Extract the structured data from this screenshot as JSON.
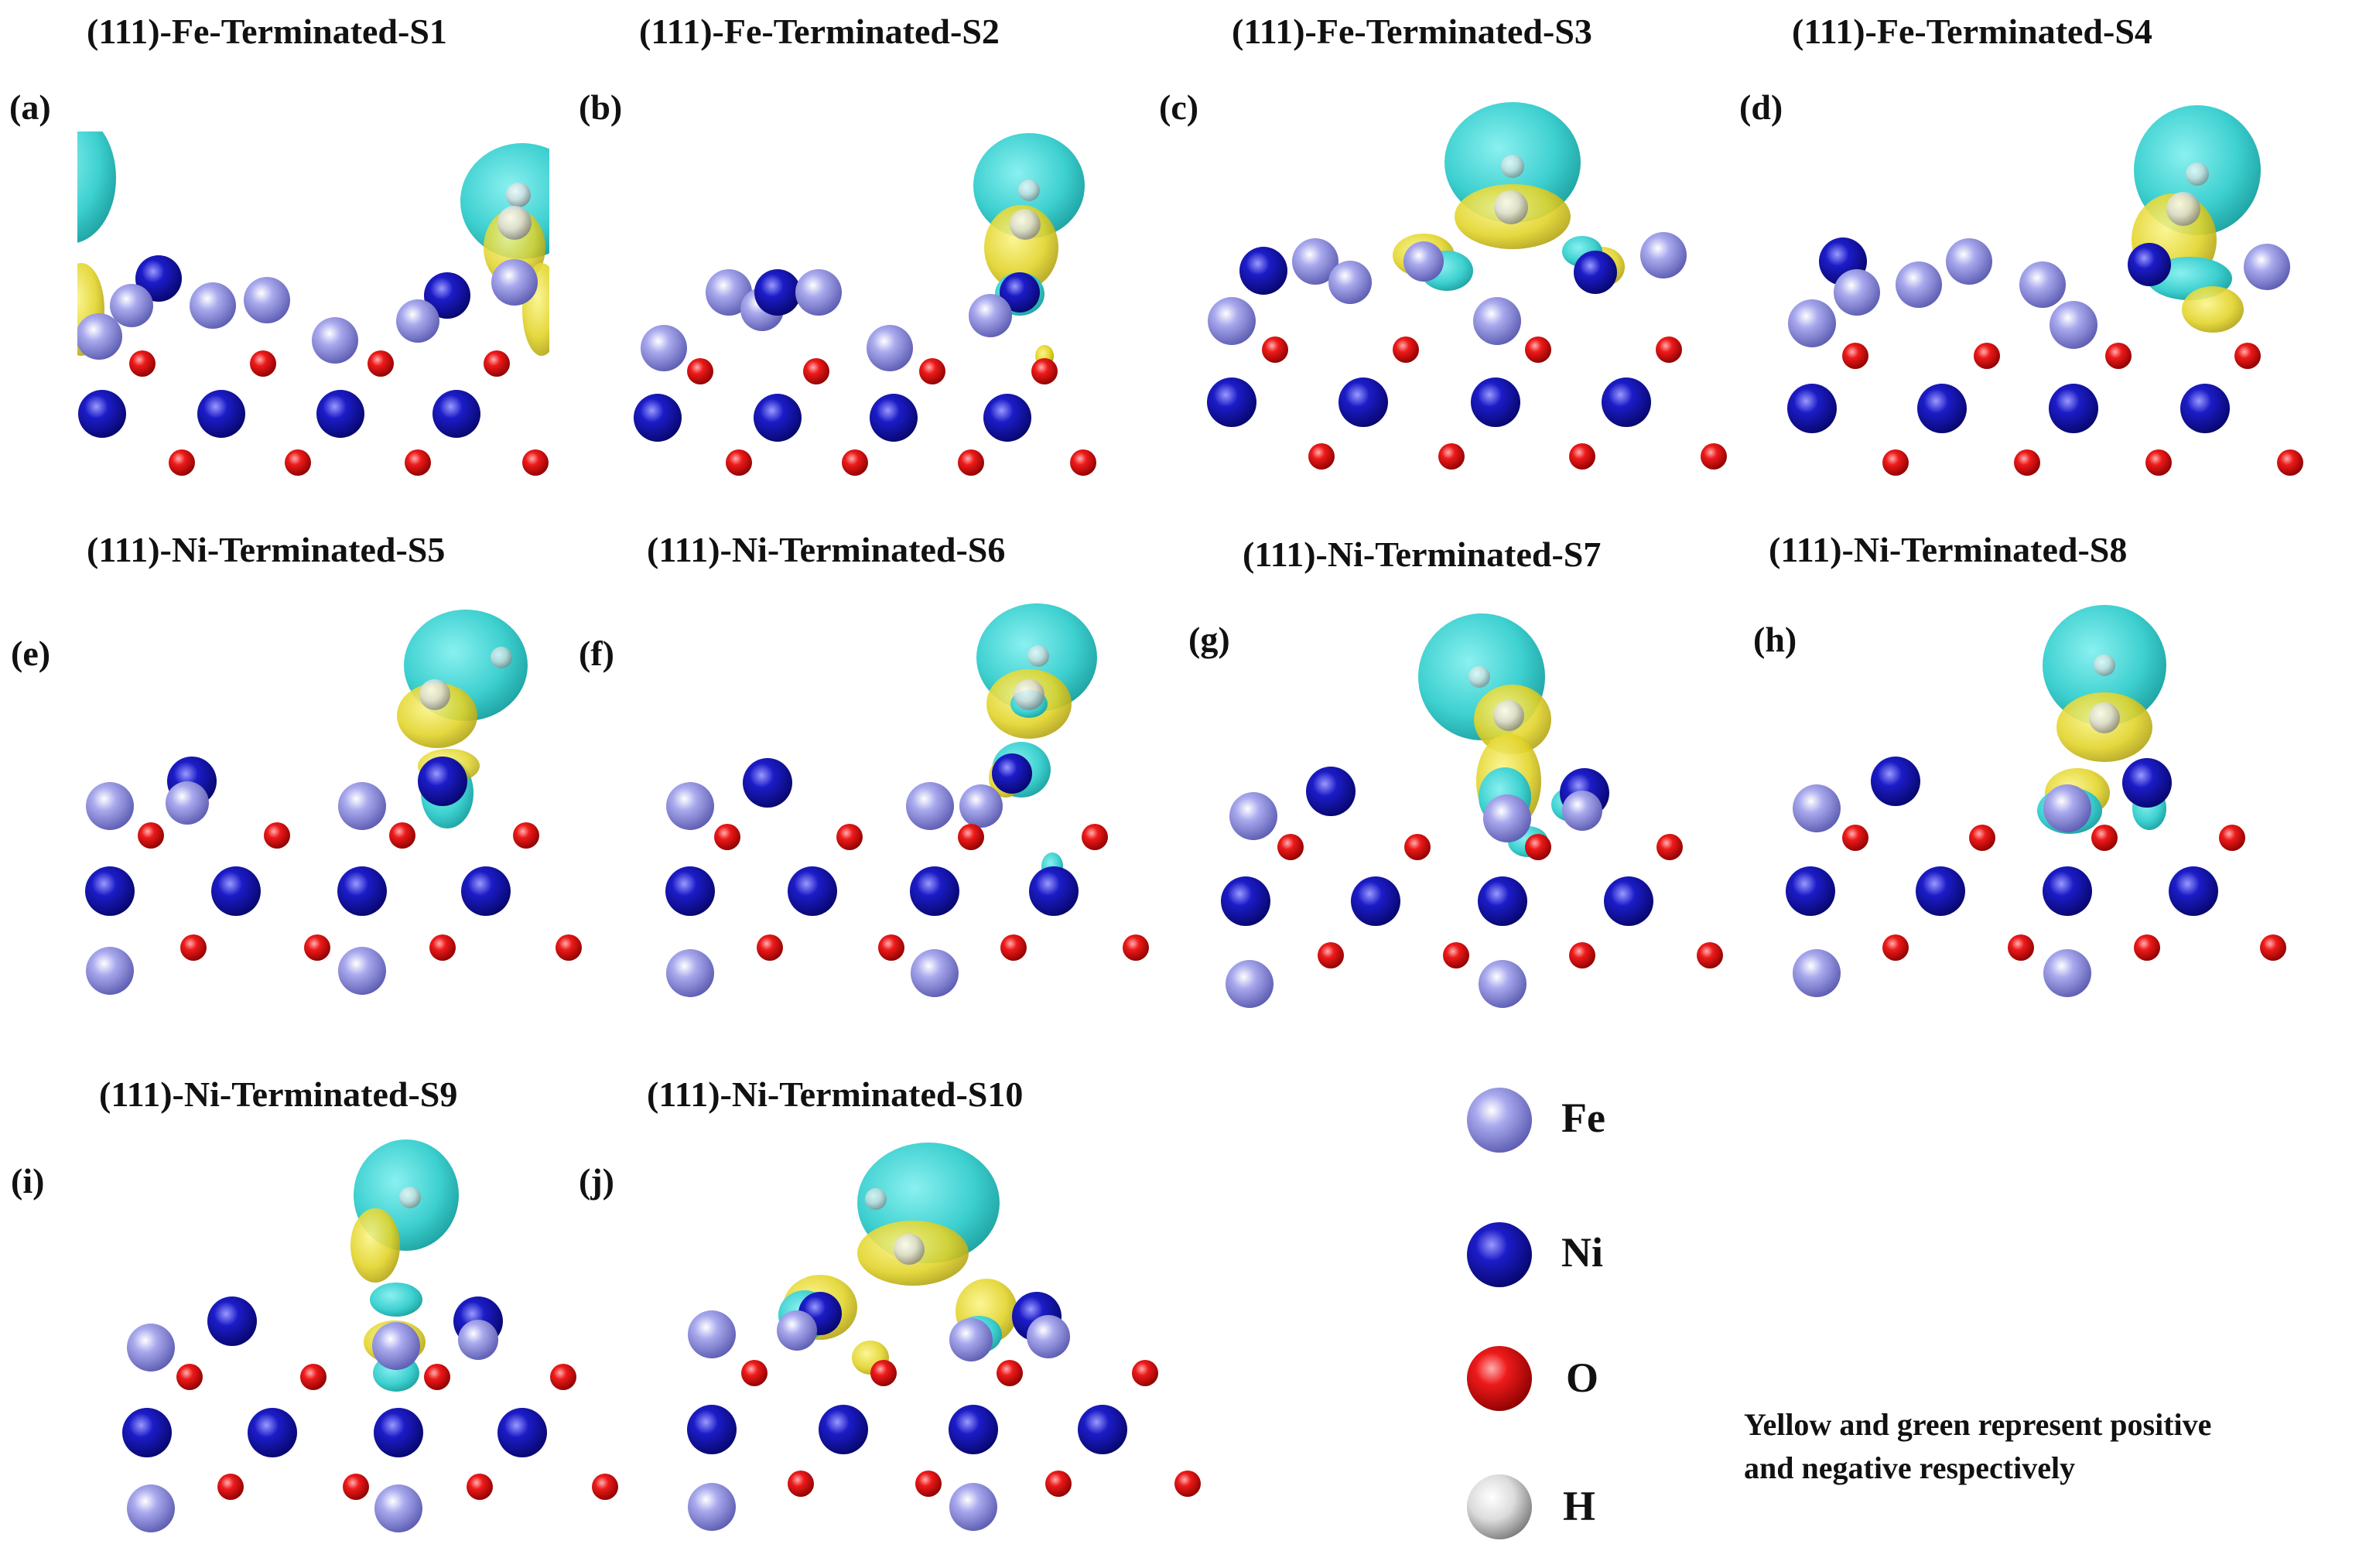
{
  "panels": [
    {
      "id": "a",
      "letter": "(a)",
      "title": "(111)-Fe-Terminated-S1"
    },
    {
      "id": "b",
      "letter": "(b)",
      "title": "(111)-Fe-Terminated-S2"
    },
    {
      "id": "c",
      "letter": "(c)",
      "title": "(111)-Fe-Terminated-S3"
    },
    {
      "id": "d",
      "letter": "(d)",
      "title": "(111)-Fe-Terminated-S4"
    },
    {
      "id": "e",
      "letter": "(e)",
      "title": "(111)-Ni-Terminated-S5"
    },
    {
      "id": "f",
      "letter": "(f)",
      "title": "(111)-Ni-Terminated-S6"
    },
    {
      "id": "g",
      "letter": "(g)",
      "title": "(111)-Ni-Terminated-S7"
    },
    {
      "id": "h",
      "letter": "(h)",
      "title": "(111)-Ni-Terminated-S8"
    },
    {
      "id": "i",
      "letter": "(i)",
      "title": "(111)-Ni-Terminated-S9"
    },
    {
      "id": "j",
      "letter": "(j)",
      "title": "(111)-Ni-Terminated-S10"
    }
  ],
  "legend": {
    "fe": "Fe",
    "ni": "Ni",
    "o": "O",
    "h": "H"
  },
  "note": {
    "line1": "Yellow and green represent positive",
    "line2": "and negative respectively"
  },
  "colors": {
    "fe": "#8f8fe0",
    "ni": "#1414b4",
    "o": "#e01010",
    "h": "#d8d8d8",
    "positive_yellow": "#e6dc2a",
    "negative_cyan": "#2ec8c8"
  }
}
